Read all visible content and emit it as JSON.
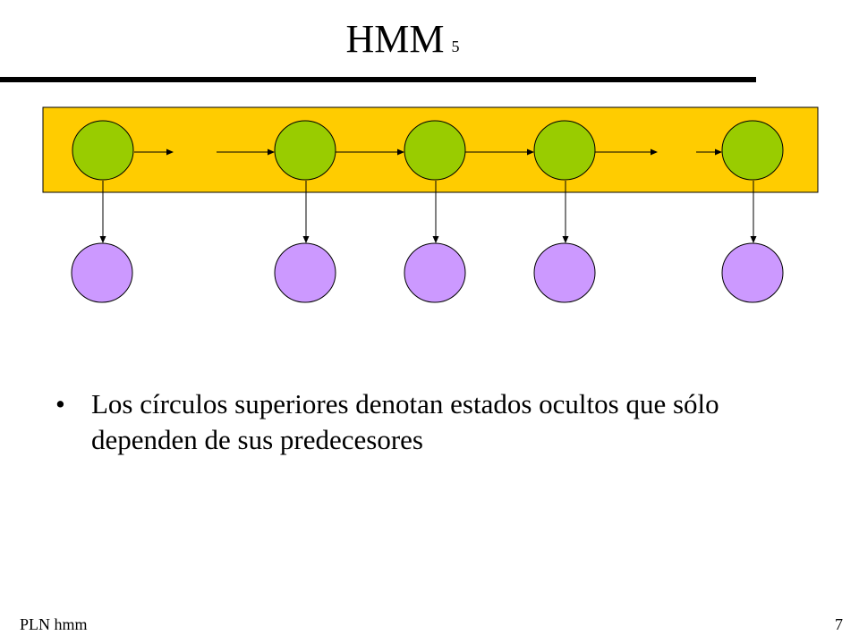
{
  "slide": {
    "title": "HMM",
    "title_number": "5",
    "bullet": "Los círculos superiores denotan estados ocultos que sólo dependen de sus predecesores",
    "bullet_symbol": "•",
    "footer_left": "PLN  hmm",
    "page_number": "7"
  },
  "colors": {
    "band": "#ffcc00",
    "hidden_state": "#99cc00",
    "observation": "#cc99ff",
    "stroke": "#000000"
  }
}
